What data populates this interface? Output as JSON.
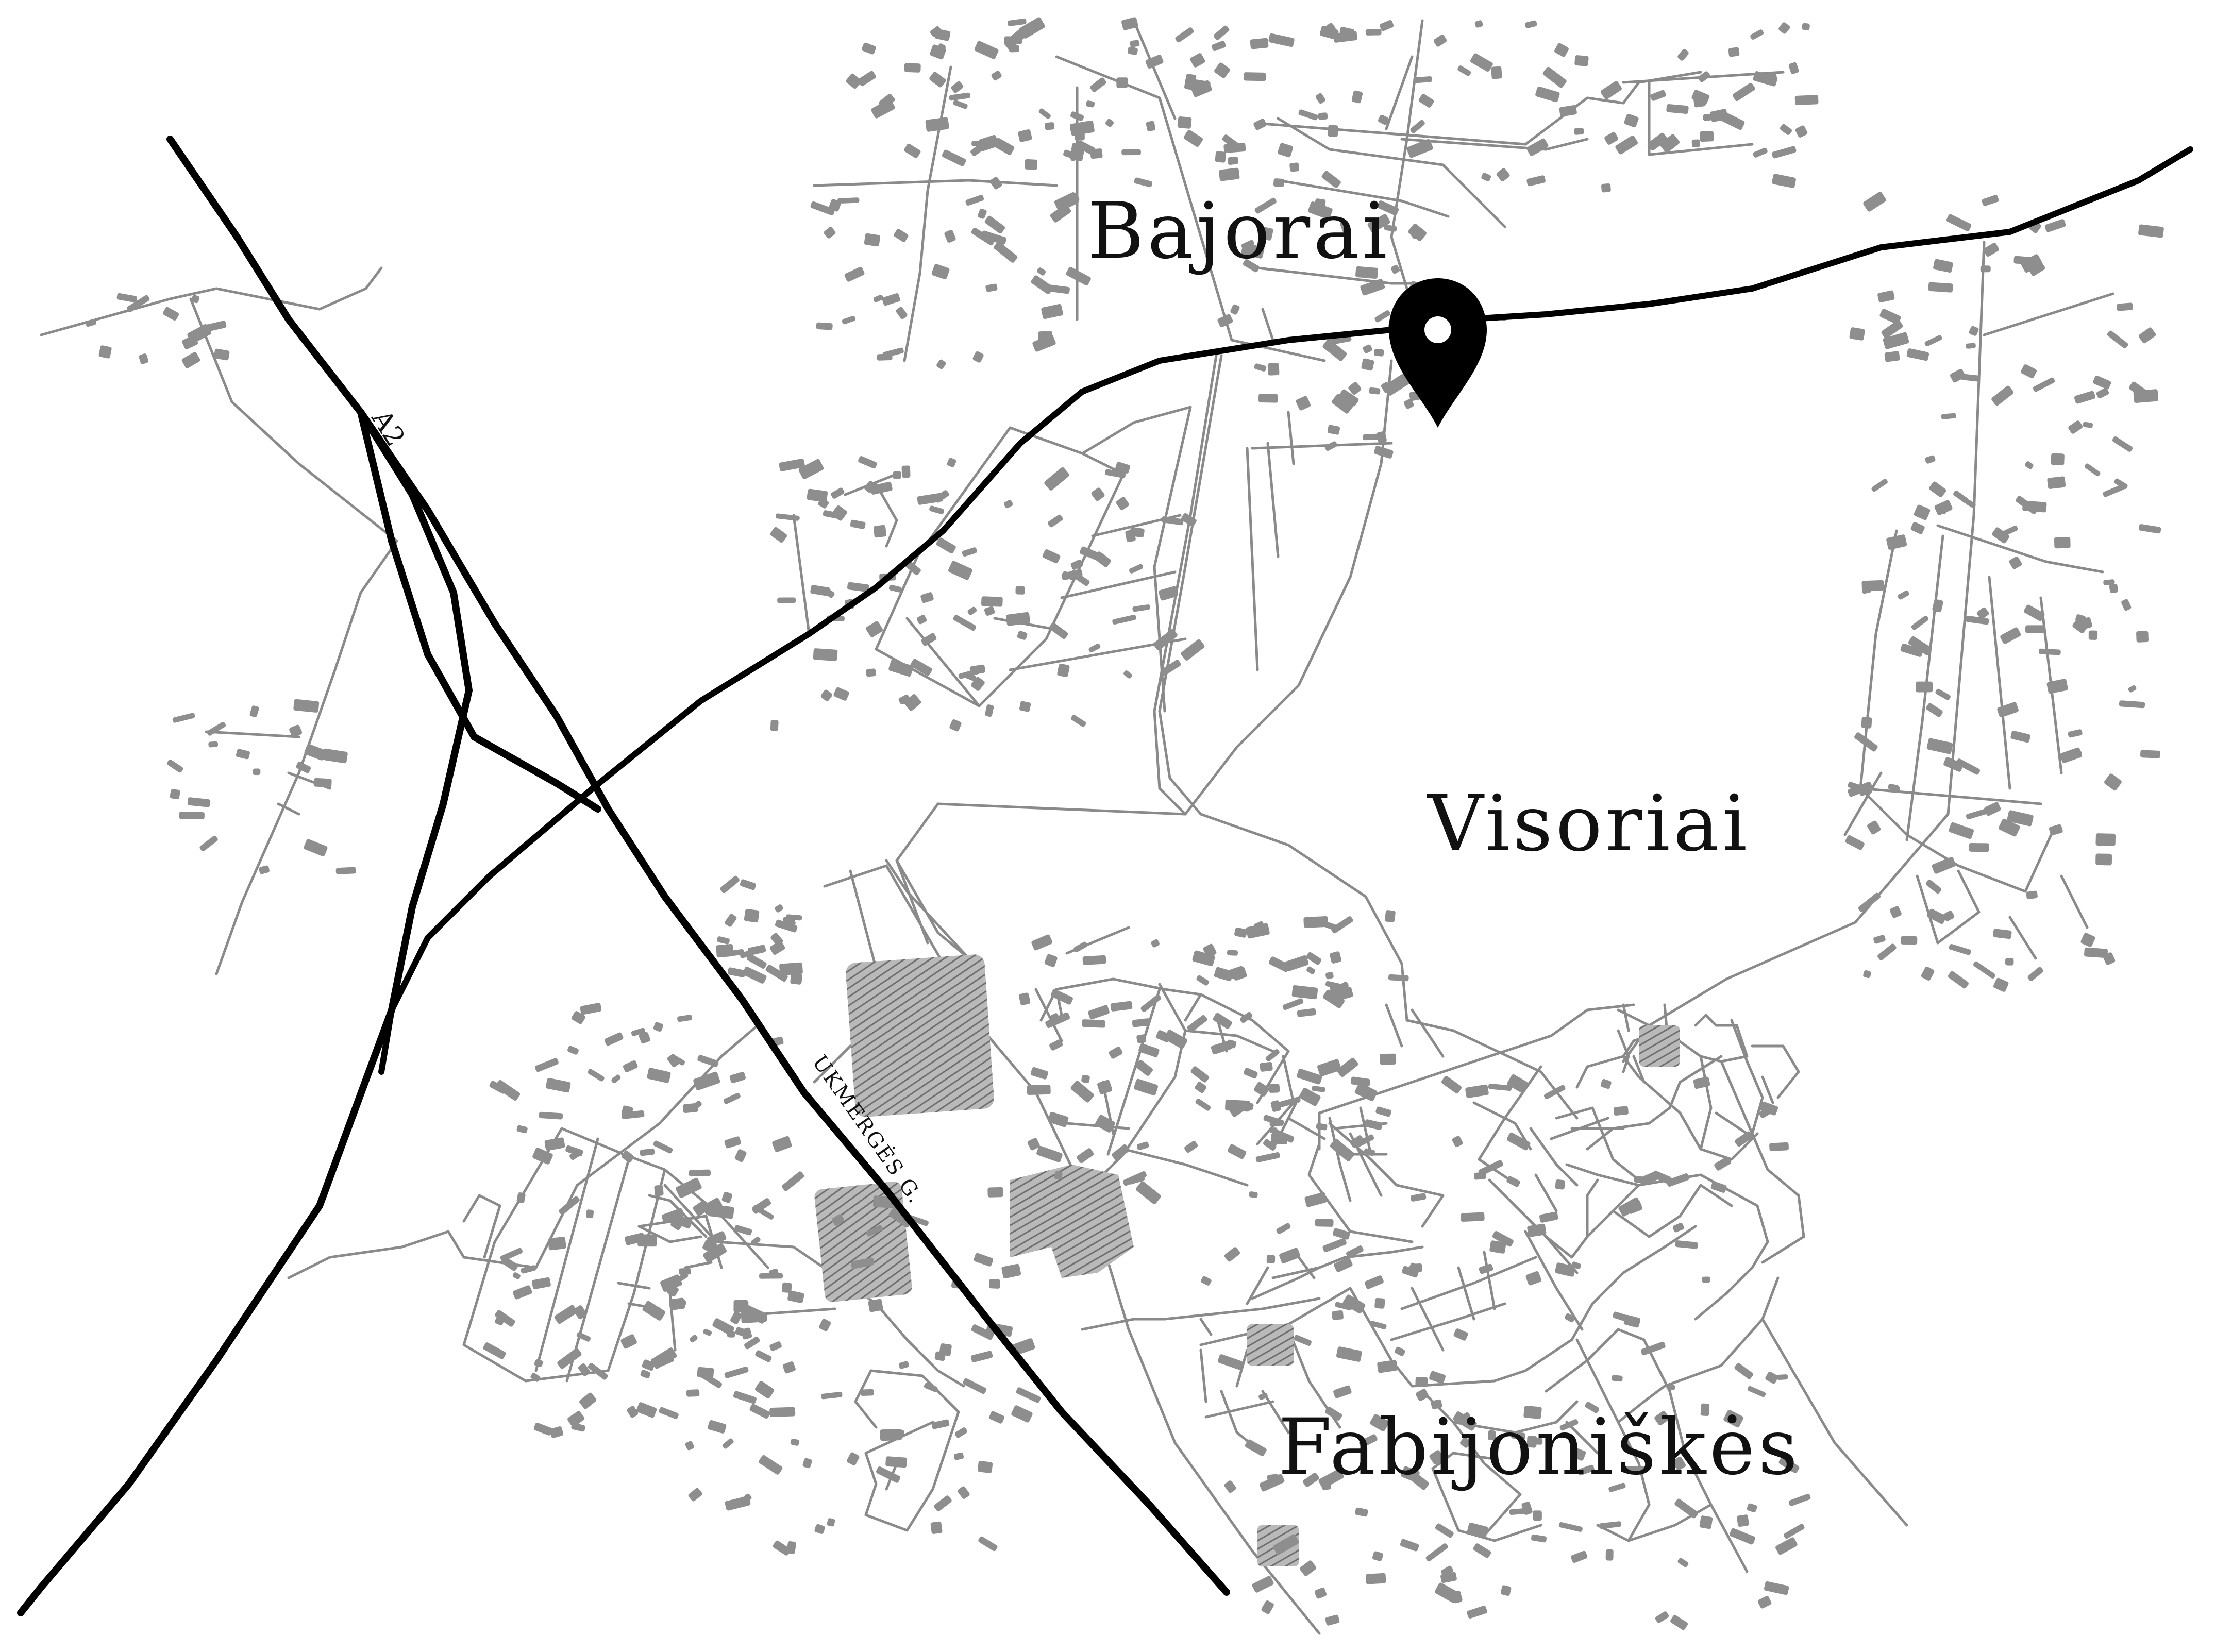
{
  "map": {
    "places": [
      {
        "id": "bajorai",
        "name": "Bajorai"
      },
      {
        "id": "visoriai",
        "name": "Visoriai"
      },
      {
        "id": "fabijoniskes",
        "name": "Fabijoniškės"
      }
    ],
    "roads": [
      {
        "id": "a2",
        "name": "A2"
      },
      {
        "id": "ukmerges",
        "name": "UKMERGĖS G."
      }
    ],
    "marker": {
      "icon": "location-pin-icon",
      "color": "#000000"
    },
    "colors": {
      "background": "#ffffff",
      "minor_roads": "#8a8a8a",
      "major_roads": "#000000",
      "buildings": "#8e8e8e"
    }
  }
}
